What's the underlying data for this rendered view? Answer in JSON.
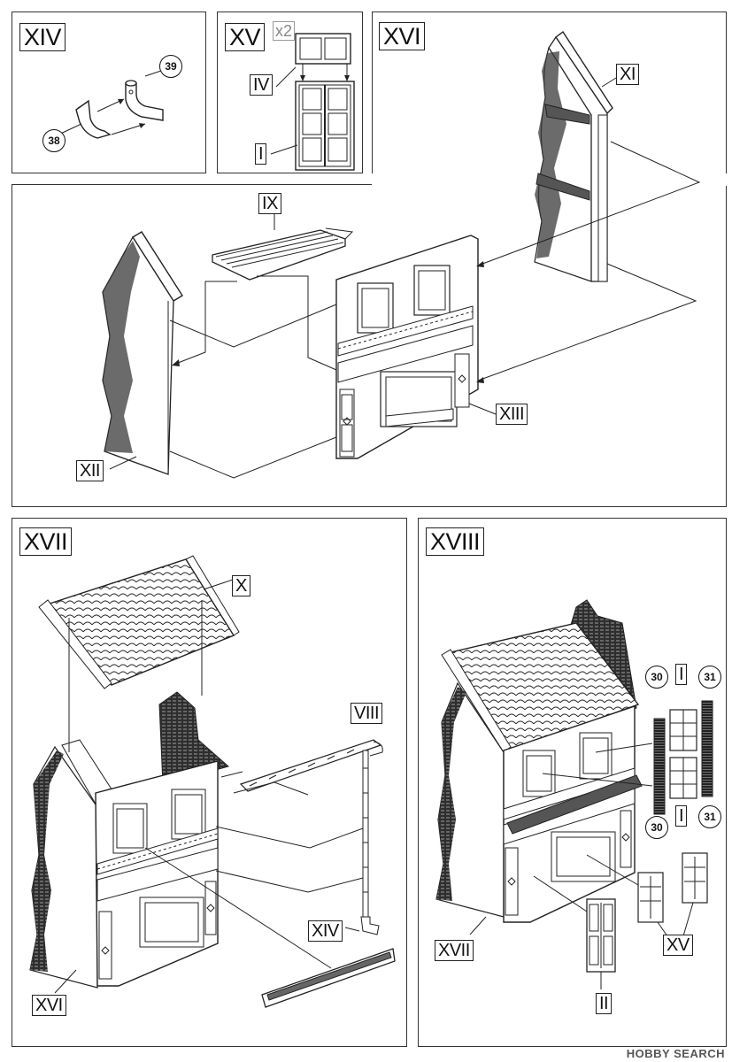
{
  "steps": {
    "xiv": {
      "label": "XIV",
      "parts": [
        "39",
        "38"
      ]
    },
    "xv": {
      "label": "XV",
      "qty": "x2",
      "tags": [
        "IV",
        "I"
      ]
    },
    "xvi": {
      "label": "XVI",
      "tags": [
        "XI",
        "IX",
        "XII",
        "XIII"
      ]
    },
    "xvii": {
      "label": "XVII",
      "tags": [
        "X",
        "VIII",
        "XIV",
        "XVI"
      ]
    },
    "xviii": {
      "label": "XVIII",
      "tags": [
        "I",
        "I",
        "XV",
        "XVII",
        "II"
      ],
      "parts": [
        "30",
        "31",
        "30",
        "31"
      ]
    }
  },
  "watermark": "HOBBY SEARCH",
  "colors": {
    "line": "#222222",
    "hatch": "#333333",
    "background": "#ffffff"
  }
}
